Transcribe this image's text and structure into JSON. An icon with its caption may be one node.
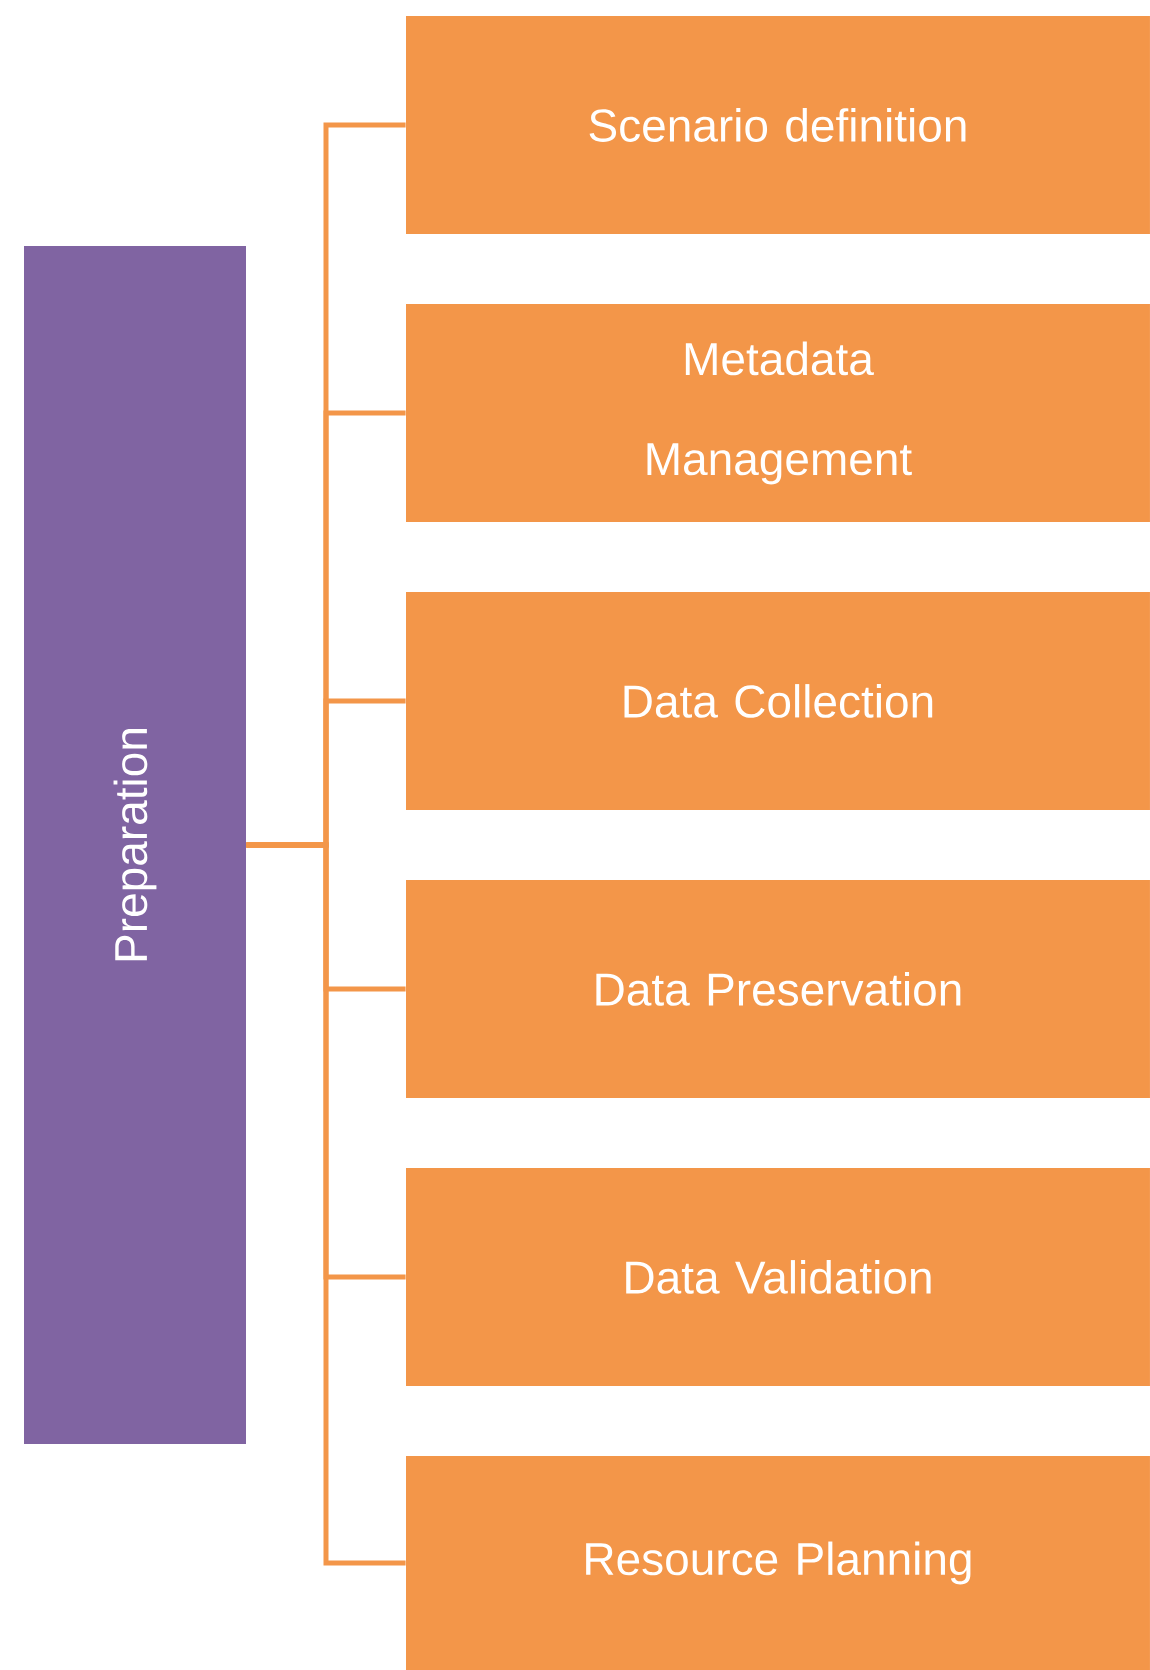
{
  "diagram": {
    "nodes": [
      {
        "text": [
          "Preparation"
        ]
      },
      {
        "text": [
          "Scenario definition"
        ]
      },
      {
        "text": [
          "Metadata Management"
        ]
      },
      {
        "text": [
          "Data Collection"
        ]
      },
      {
        "text": [
          "Data Preservation"
        ]
      },
      {
        "text": [
          "Data Validation"
        ]
      },
      {
        "text": [
          "Resource Planning"
        ]
      }
    ],
    "edges": [
      {
        "from": 0,
        "to": 1,
        "arrow": "none"
      },
      {
        "from": 0,
        "to": 2,
        "arrow": "none"
      },
      {
        "from": 0,
        "to": 3,
        "arrow": "none"
      },
      {
        "from": 0,
        "to": 4,
        "arrow": "none"
      },
      {
        "from": 0,
        "to": 5,
        "arrow": "none"
      },
      {
        "from": 0,
        "to": 6,
        "arrow": "none"
      }
    ]
  }
}
